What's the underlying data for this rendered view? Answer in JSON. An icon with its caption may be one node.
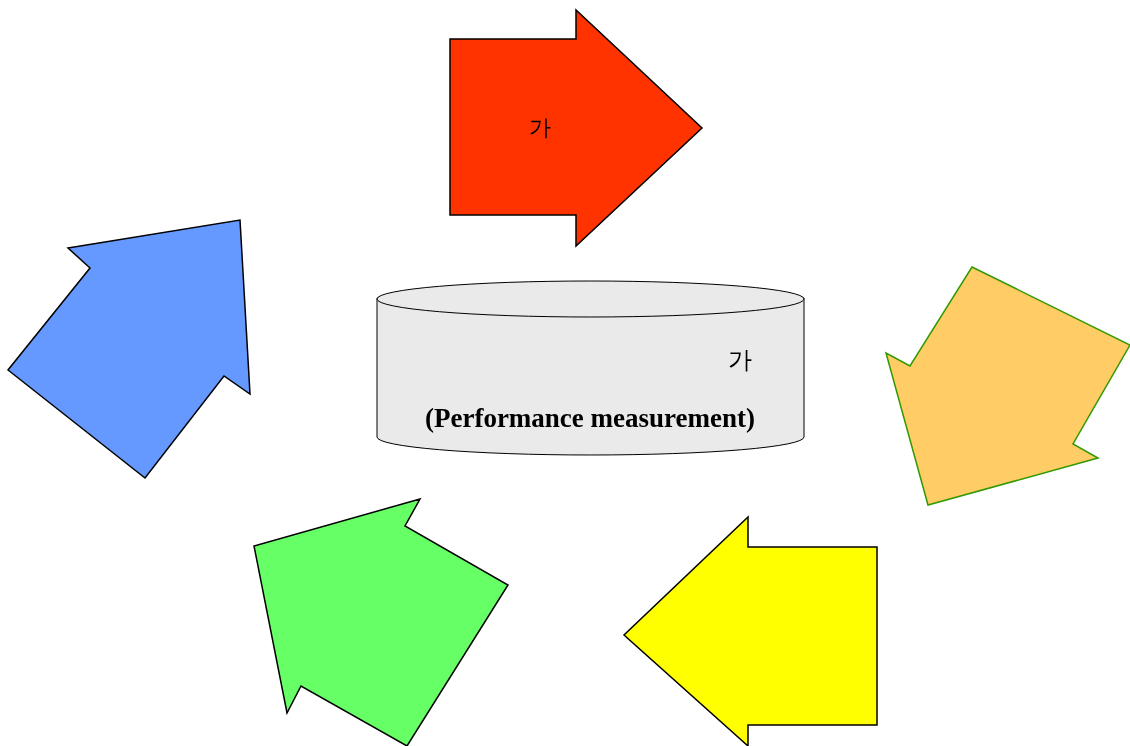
{
  "diagram": {
    "nodes": [
      {
        "text": [
          "가"
        ]
      },
      {
        "text": [],
        "shape": "arrow"
      },
      {
        "text": [
          "가",
          "(Performance measurement)"
        ]
      },
      {
        "text": [],
        "shape": "arrow"
      },
      {
        "text": [],
        "shape": "arrow"
      },
      {
        "text": [],
        "shape": "arrow"
      }
    ]
  }
}
